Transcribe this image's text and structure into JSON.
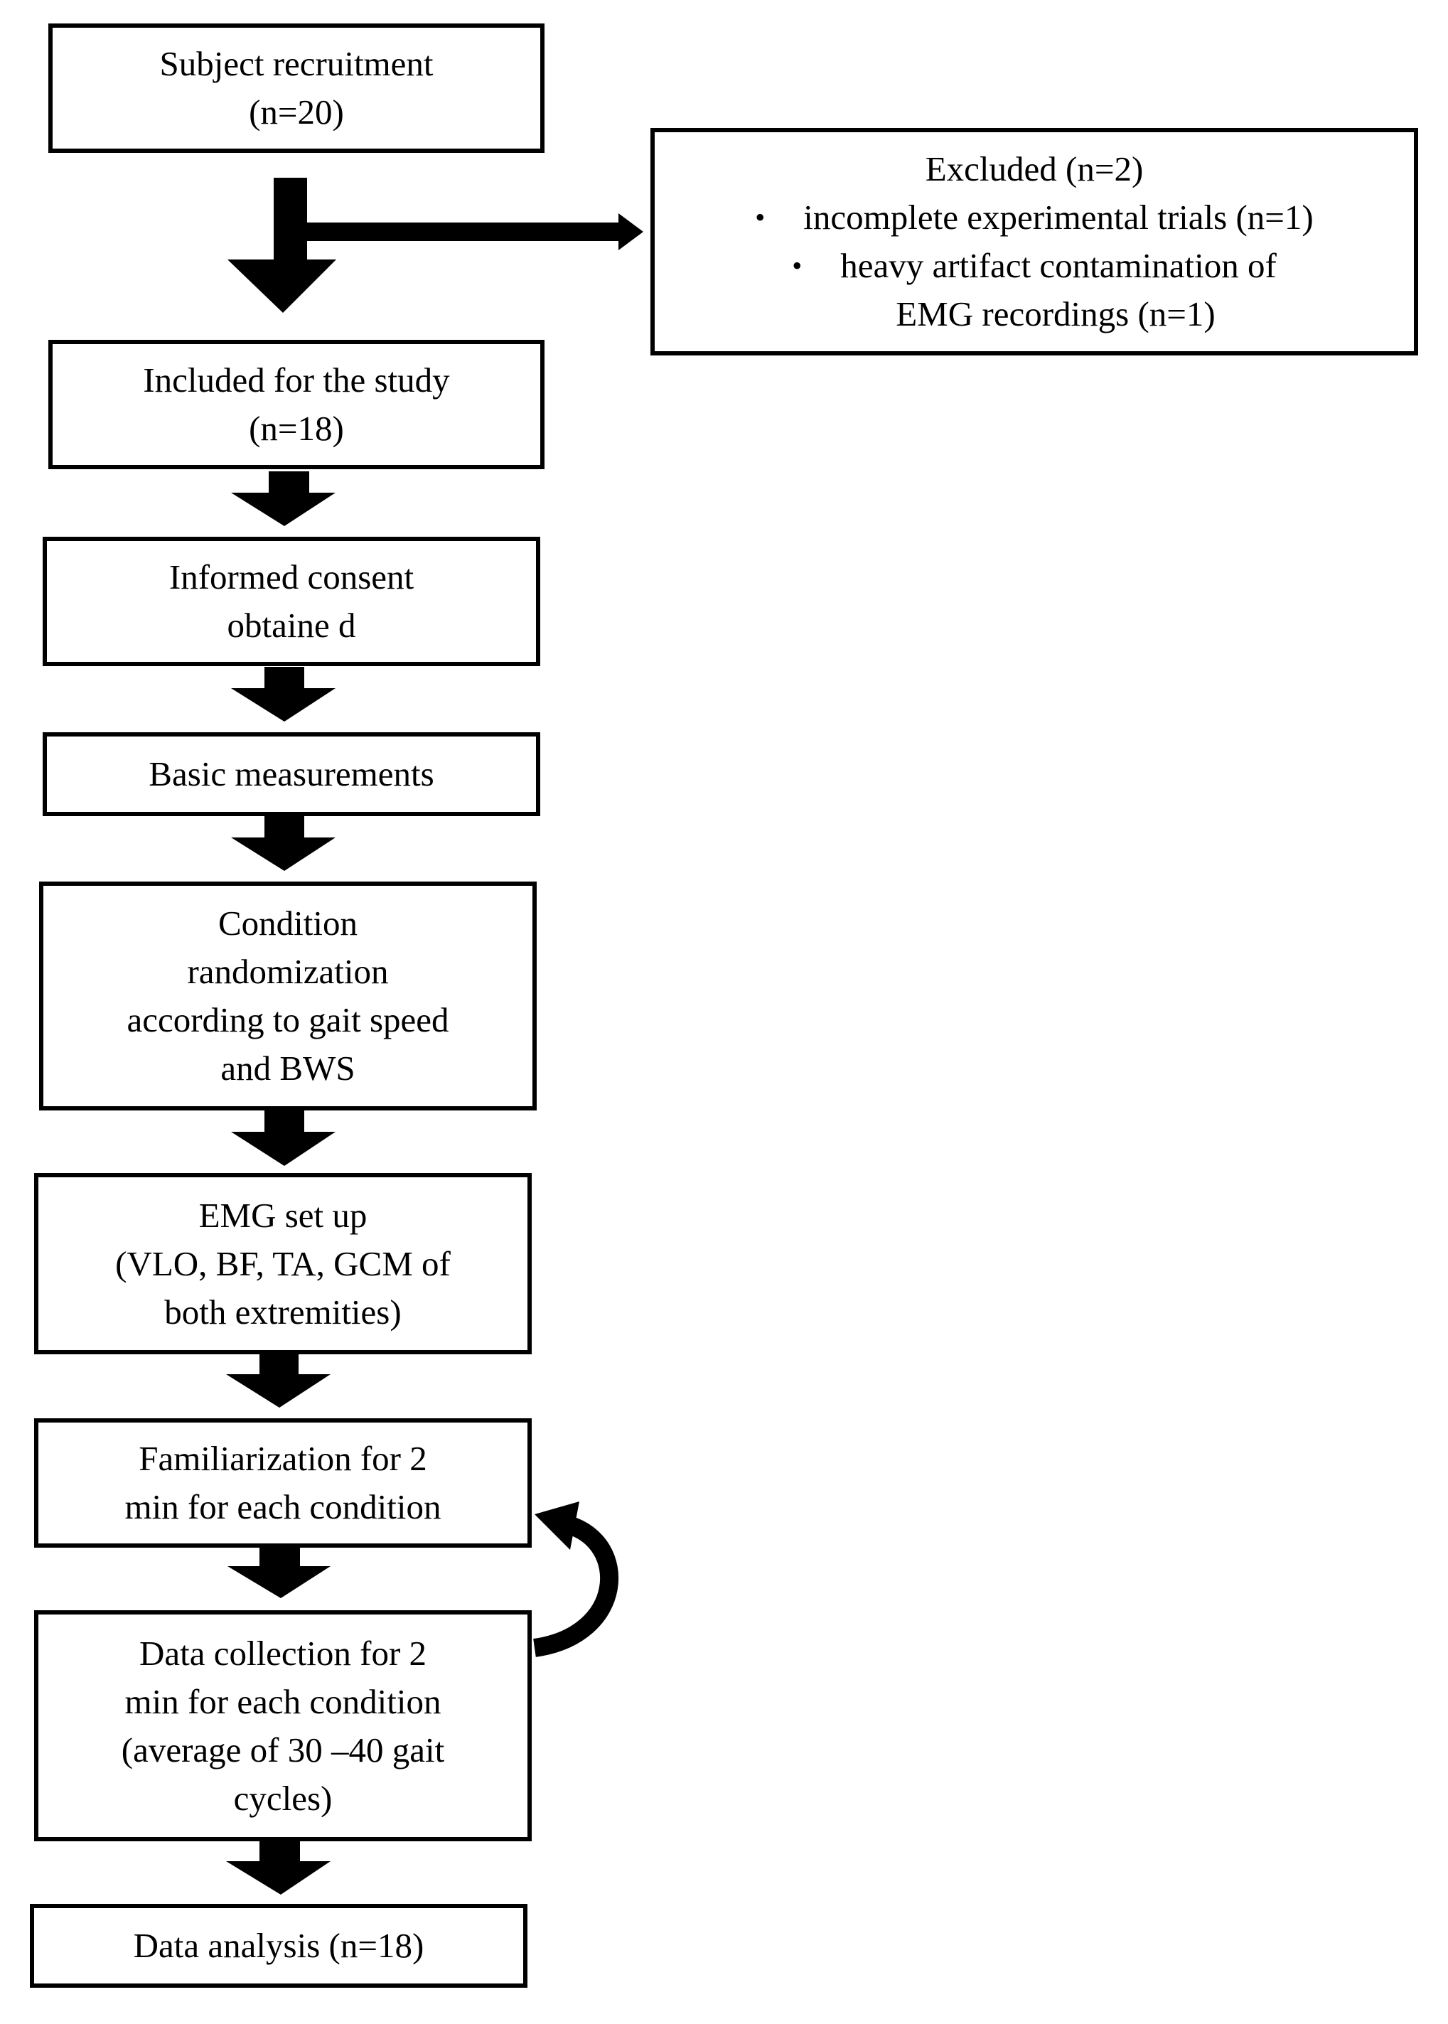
{
  "boxes": {
    "recruitment": [
      "Subject recruitment",
      "(n=20)"
    ],
    "included": [
      "Included for the study",
      "(n=18)"
    ],
    "consent": [
      "Informed consent",
      "obtaine d"
    ],
    "basic": [
      "Basic measurements"
    ],
    "randomization": [
      "Condition",
      "randomization",
      "according to gait speed",
      "and BWS"
    ],
    "emg": [
      "EMG set up",
      "(VLO, BF, TA, GCM of",
      "both extremities)"
    ],
    "familiarization": [
      "Familiarization for 2",
      "min for each condition"
    ],
    "collection": [
      "Data collection for 2",
      "min for each condition",
      "(average of 30 –40 gait",
      "cycles)"
    ],
    "analysis": [
      "Data analysis (n=18)"
    ]
  },
  "excluded": {
    "title": "Excluded (n=2)",
    "bullet_symbol": "•",
    "item1": "incomplete experimental trials   (n=1)",
    "item2_line1": "heavy artifact contamination of",
    "item2_line2": "EMG recordings  (n=1)"
  }
}
